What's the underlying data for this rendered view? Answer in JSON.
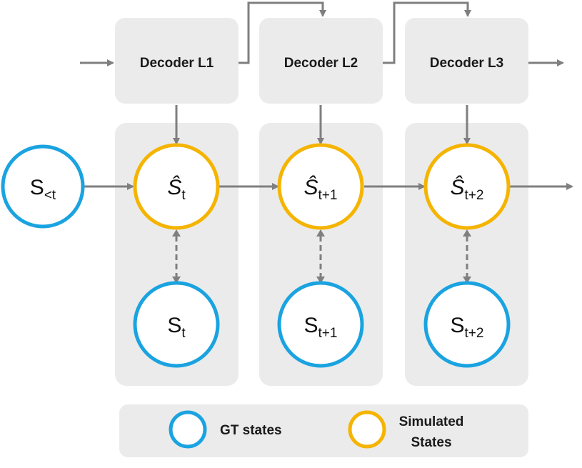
{
  "colors": {
    "panel": "#ebebeb",
    "arrow": "#7f7f7f",
    "gt_state": "#1aa3e0",
    "simulated_state": "#f5b400"
  },
  "decoders": [
    {
      "label": "Decoder L1"
    },
    {
      "label": "Decoder L2"
    },
    {
      "label": "Decoder L3"
    }
  ],
  "context_state": {
    "symbol": "S",
    "subscript": "<t"
  },
  "simulated_states": [
    {
      "symbol": "Ŝ",
      "subscript": "t"
    },
    {
      "symbol": "Ŝ",
      "subscript": "t+1"
    },
    {
      "symbol": "Ŝ",
      "subscript": "t+2"
    }
  ],
  "gt_states": [
    {
      "symbol": "S",
      "subscript": "t"
    },
    {
      "symbol": "S",
      "subscript": "t+1"
    },
    {
      "symbol": "S",
      "subscript": "t+2"
    }
  ],
  "legend": {
    "gt_label": "GT states",
    "simulated_label_line1": "Simulated",
    "simulated_label_line2": "States"
  }
}
